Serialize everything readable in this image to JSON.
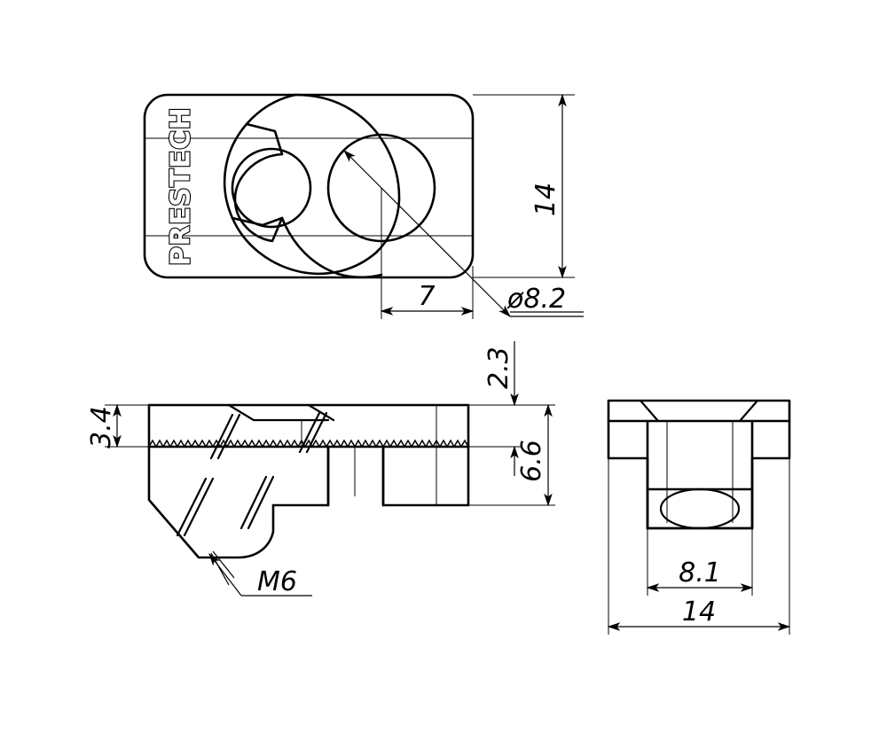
{
  "drawing": {
    "title": "PRESTECH T-slot nut technical drawing",
    "brand_text": "PRESTECH",
    "line_color": "#000000",
    "background_color": "#ffffff",
    "views": {
      "top": {
        "name": "top-view"
      },
      "front": {
        "name": "front-section-view"
      },
      "side": {
        "name": "side-view"
      }
    }
  },
  "dimensions": {
    "top_view": {
      "height_14": "14",
      "width_7": "7",
      "hole_dia": "ø8.2"
    },
    "front_view": {
      "flange_3_4": "3.4",
      "step_2_3": "2.3",
      "body_6_6": "6.6",
      "thread_note": "M6"
    },
    "side_view": {
      "slot_8_1": "8.1",
      "overall_14": "14"
    }
  }
}
